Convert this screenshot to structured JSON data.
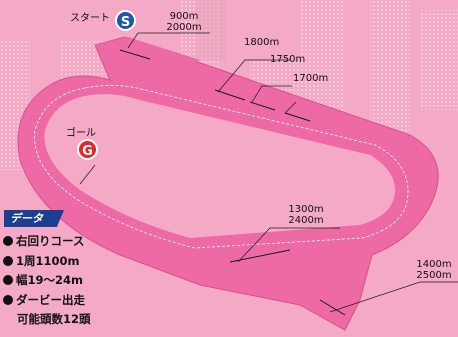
{
  "start": {
    "label": "スタート",
    "badge": "S"
  },
  "goal": {
    "label": "ゴール",
    "badge": "G"
  },
  "distances": {
    "d900_2000": [
      "900m",
      "2000m"
    ],
    "d1800": "1800m",
    "d1750": "1750m",
    "d1700": "1700m",
    "d1300_2400": [
      "1300m",
      "2400m"
    ],
    "d1400_2500": [
      "1400m",
      "2500m"
    ]
  },
  "data_panel": {
    "title": "データ",
    "items": [
      "右回りコース",
      "1周1100m",
      "幅19〜24m",
      "ダービー出走"
    ],
    "continuation": "可能頭数12頭"
  },
  "colors": {
    "background": "#f4aac6",
    "track": "#ee6aa4",
    "track_edge": "#d94e8d",
    "data_title": "#1d3f8f"
  }
}
